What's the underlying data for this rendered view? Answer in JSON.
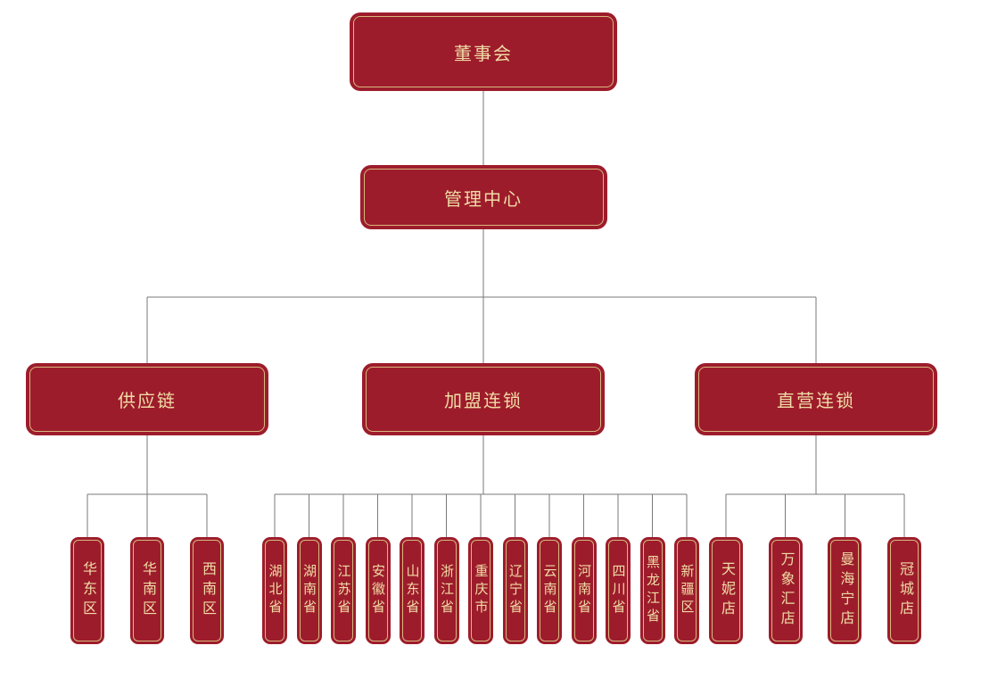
{
  "diagram": {
    "type": "org-chart",
    "root": {
      "label": "董事会"
    },
    "management": {
      "label": "管理中心"
    },
    "branches": [
      {
        "label": "供应链",
        "children": [
          "华东区",
          "华南区",
          "西南区"
        ]
      },
      {
        "label": "加盟连锁",
        "children": [
          "湖北省",
          "湖南省",
          "江苏省",
          "安徽省",
          "山东省",
          "浙江省",
          "重庆市",
          "辽宁省",
          "云南省",
          "河南省",
          "四川省",
          "黑龙江省",
          "新疆区"
        ]
      },
      {
        "label": "直营连锁",
        "children": [
          "天妮店",
          "万象汇店",
          "曼海宁店",
          "冠城店"
        ]
      }
    ],
    "colors": {
      "node_fill": "#9D1C2B",
      "node_inner_border": "#D7B87E",
      "node_text": "#EFDCA6",
      "connector": "#7A7A7A",
      "background": "#FFFFFF"
    }
  }
}
